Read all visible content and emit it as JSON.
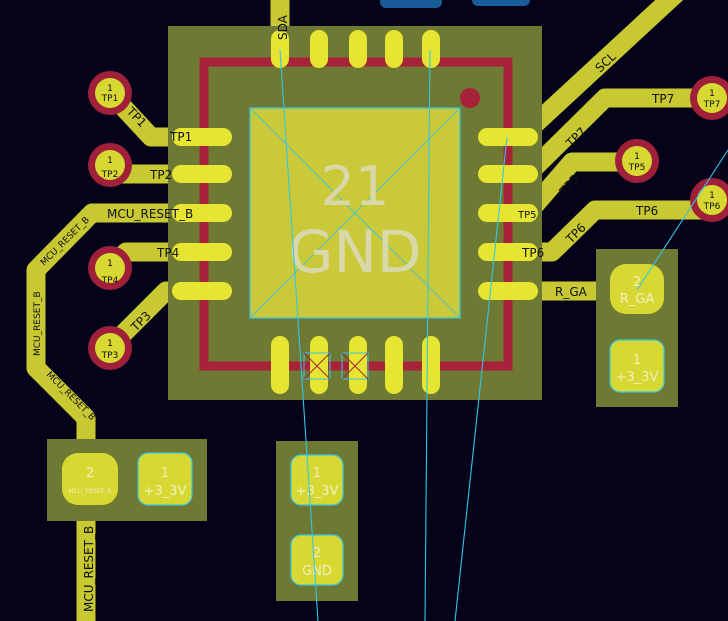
{
  "board": {
    "colors": {
      "background": "#04031a",
      "track": "#c8c832",
      "pad": "#e6e632",
      "courtyard": "#6e7a34",
      "silk_outline": "#a8233a",
      "ratsnest": "#34c6e6",
      "testpoint_ring": "#a0203a",
      "copper_blue": "#1a5c9a"
    }
  },
  "ic": {
    "exposed_pad_number": "21",
    "exposed_pad_net": "GND"
  },
  "track_labels": {
    "sda": "SDA",
    "scl": "SCL",
    "tp1": "TP1",
    "tp1_pin": "TP1",
    "tp2_pin": "TP2",
    "mcu_reset_pin": "MCU_RESET_B",
    "tp4_pin": "TP4",
    "tp3": "TP3",
    "tp7_top": "TP7",
    "tp7_diag": "TP7",
    "tp5": "TP5",
    "tp5_pin": "TP5",
    "tp6_diag": "TP6",
    "tp6_right": "TP6",
    "tp6_pin": "TP6",
    "r_ga_pin": "R_GA",
    "mcu_reset_left_a": "MCU_RESET_B",
    "mcu_reset_left_b": "MCU_RESET_B",
    "mcu_reset_left_c": "MCU_RESET_B",
    "mcu_reset_bottom": "MCU_RESET_B"
  },
  "testpoints": [
    {
      "name": "TP1",
      "num": "1"
    },
    {
      "name": "TP2",
      "num": "1"
    },
    {
      "name": "TP4",
      "num": "1"
    },
    {
      "name": "TP3",
      "num": "1"
    },
    {
      "name": "TP7",
      "num": "1"
    },
    {
      "name": "TP5",
      "num": "1"
    },
    {
      "name": "TP6",
      "num": "1"
    }
  ],
  "pads": {
    "cap_bottom_left": {
      "pad1_num": "1",
      "pad1_net": "+3_3V",
      "pad2_num": "2",
      "pad2_net": "MCU_RESET_B"
    },
    "cap_bottom_mid": {
      "pad1_num": "1",
      "pad1_net": "+3_3V",
      "pad2_num": "2",
      "pad2_net": "GND"
    },
    "cap_right": {
      "pad1_num": "1",
      "pad1_net": "+3_3V",
      "pad2_num": "2",
      "pad2_net": "R_GA"
    }
  }
}
